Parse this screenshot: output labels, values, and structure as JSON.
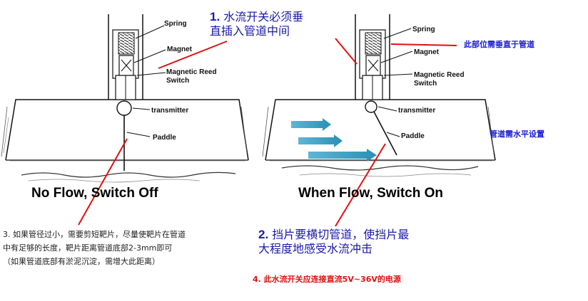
{
  "left_diagram": {
    "labels": {
      "spring": "Spring",
      "magnet": "Magnet",
      "reed_switch": "Magnetic Reed Switch",
      "transmitter": "transmitter",
      "paddle": "Paddle"
    },
    "caption": "No Flow, Switch Off"
  },
  "right_diagram": {
    "labels": {
      "spring": "Spring",
      "magnet": "Magnet",
      "reed_switch": "Magnetic Reed Switch",
      "transmitter": "transmitter",
      "paddle": "Paddle"
    },
    "caption": "When Flow, Switch On"
  },
  "notes": {
    "note1_num": "1.",
    "note1_line1": "水流开关必须垂",
    "note1_line2": "直插入管道中间",
    "side_vertical": "此部位需垂直于管道",
    "side_horizontal": "管道需水平设置",
    "note2_num": "2.",
    "note2_line1": "挡片要横切管道，使挡片最",
    "note2_line2": "大程度地感受水流冲击",
    "note3_line1": "3. 如果管径过小，需要剪短靶片，尽量使靶片在管道",
    "note3_line2": "中有足够的长度，靶片距离管道底部2-3mm即可",
    "note3_line3": "（如果管道底部有淤泥沉淀，需增大此距离）",
    "note4": "4. 此水流开关应连接直流5V~36V的电源"
  },
  "colors": {
    "annotation_blue": "#1a1aa8",
    "annotation_red": "#e01010",
    "flow_arrow": "#3aa0c0",
    "line": "#111111"
  }
}
